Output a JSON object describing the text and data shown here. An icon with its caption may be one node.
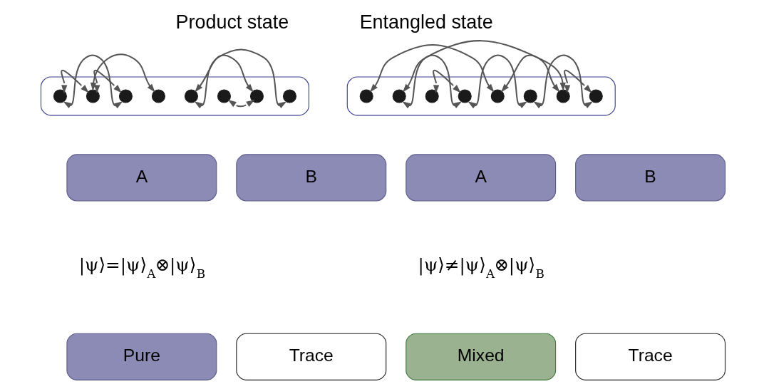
{
  "diagram": {
    "nodes": [
      {
        "text": [],
        "shape": "box"
      },
      {
        "text": [],
        "shape": "circle",
        "in": 0
      },
      {
        "text": [],
        "shape": "circle",
        "in": 0
      },
      {
        "text": [],
        "shape": "circle",
        "in": 0
      },
      {
        "text": [],
        "shape": "circle",
        "in": 0
      },
      {
        "text": [],
        "shape": "circle",
        "in": 0
      },
      {
        "text": [],
        "shape": "circle",
        "in": 0
      },
      {
        "text": [],
        "shape": "circle",
        "in": 0
      },
      {
        "text": [],
        "shape": "circle",
        "in": 0
      },
      {
        "text": [],
        "shape": "box"
      },
      {
        "text": [],
        "shape": "circle",
        "in": 9
      },
      {
        "text": [],
        "shape": "circle",
        "in": 9
      },
      {
        "text": [],
        "shape": "circle",
        "in": 9
      },
      {
        "text": [],
        "shape": "circle",
        "in": 9
      },
      {
        "text": [],
        "shape": "circle",
        "in": 9
      },
      {
        "text": [],
        "shape": "circle",
        "in": 9
      },
      {
        "text": [],
        "shape": "circle",
        "in": 9
      },
      {
        "text": [],
        "shape": "circle",
        "in": 9
      },
      {
        "text": [
          "A"
        ]
      },
      {
        "text": [
          "B"
        ]
      },
      {
        "text": [
          "A"
        ]
      },
      {
        "text": [
          "B"
        ]
      },
      {
        "text": [
          "Pure"
        ]
      },
      {
        "text": [
          "Trace"
        ]
      },
      {
        "text": [
          "Mixed"
        ]
      },
      {
        "text": [
          "Trace"
        ]
      }
    ],
    "edges": [
      {
        "from": 1,
        "to": 2,
        "arrow": "both"
      },
      {
        "from": 2,
        "to": 3,
        "arrow": "both"
      },
      {
        "from": 2,
        "to": 4,
        "arrow": "both"
      },
      {
        "from": 5,
        "to": 7,
        "arrow": "both"
      },
      {
        "from": 1,
        "to": 3,
        "arrow": "both"
      },
      {
        "from": 6,
        "to": 7,
        "arrow": "both"
      },
      {
        "from": 5,
        "to": 8,
        "arrow": "both"
      },
      {
        "from": 10,
        "to": 14,
        "arrow": "both"
      },
      {
        "from": 12,
        "to": 13,
        "arrow": "both"
      },
      {
        "from": 14,
        "to": 16,
        "arrow": "both"
      },
      {
        "from": 16,
        "to": 17,
        "arrow": "both"
      },
      {
        "from": 11,
        "to": 13,
        "arrow": "both"
      },
      {
        "from": 13,
        "to": 15,
        "arrow": "both"
      },
      {
        "from": 15,
        "to": 17,
        "arrow": "both"
      },
      {
        "from": 11,
        "to": 16,
        "arrow": "both"
      }
    ],
    "labels": [
      "Product state",
      "Entangled state",
      "|ψ⟩=|ψ⟩$_{A}$⊗|ψ⟩$_{B}$",
      "|ψ⟩≠|ψ⟩$_{A}$⊗|ψ⟩$_{B}$"
    ]
  }
}
